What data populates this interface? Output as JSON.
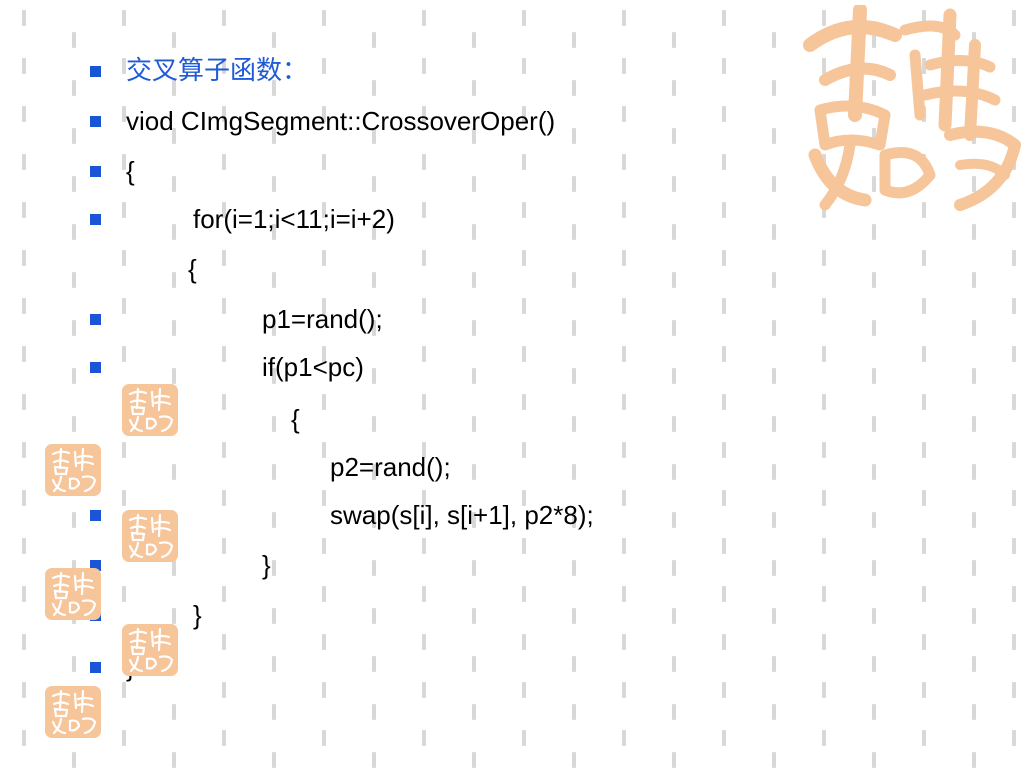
{
  "slide": {
    "title": "交叉算子函数：",
    "lines": [
      "viod CImgSegment::CrossoverOper()",
      "{",
      "for(i=1;i<11;i=i+2)",
      "{",
      "p1=rand();",
      "if(p1<pc)",
      "{",
      "p2=rand();",
      "swap(s[i], s[i+1], p2*8);",
      "}",
      "}",
      "}"
    ]
  },
  "colors": {
    "bullet": "#1a55d6",
    "title": "#1f5bd6",
    "text": "#000000",
    "seal": "#f6c59a",
    "dash": "#d8d8d8"
  },
  "icons": {
    "bullet": "square-bullet-icon",
    "seal": "auspicious-seal-icon"
  }
}
